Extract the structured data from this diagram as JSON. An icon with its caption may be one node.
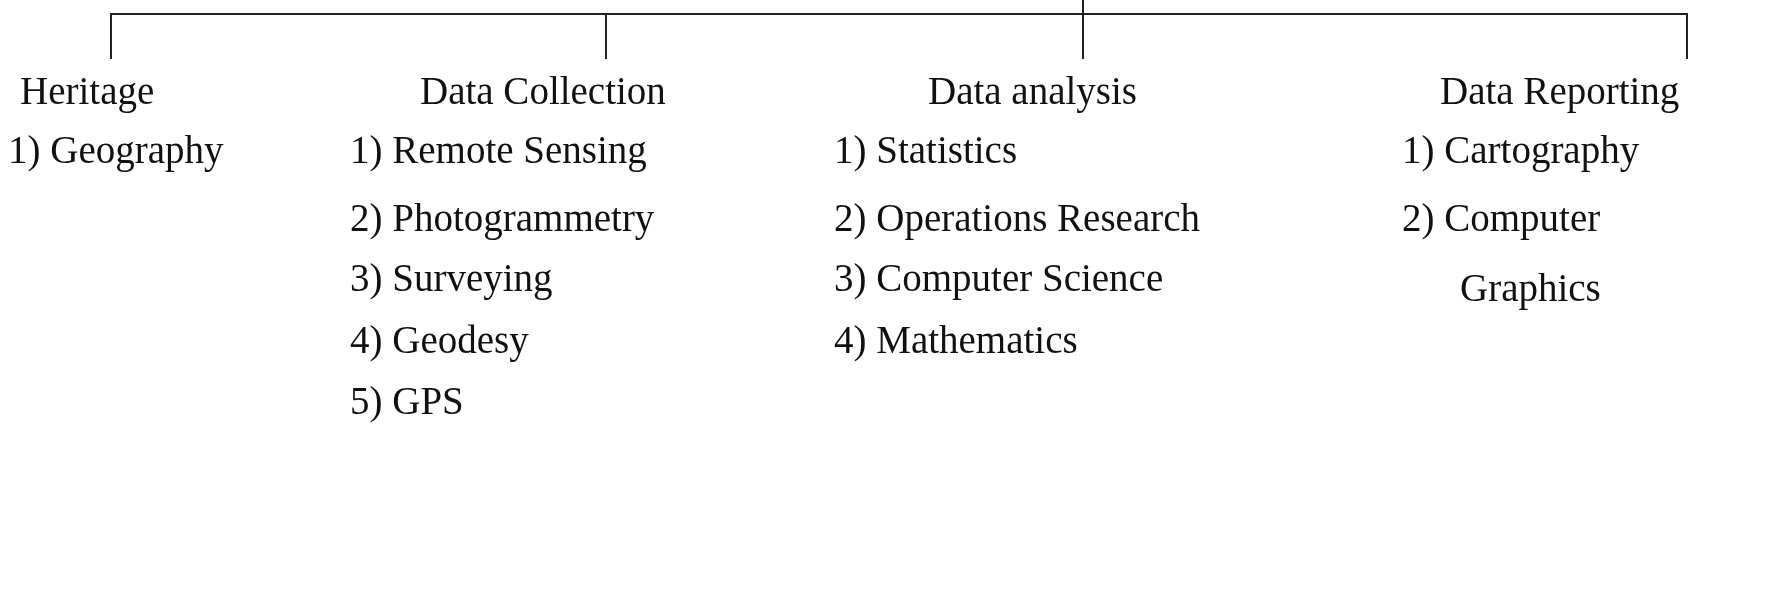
{
  "diagram": {
    "nodes": [
      {
        "text": [
          "Heritage"
        ],
        "beside": [
          "1) Geography"
        ]
      },
      {
        "text": [
          "Data Collection"
        ],
        "beside": [
          "1) Remote Sensing",
          "2) Photogrammetry",
          "3) Surveying",
          "4) Geodesy",
          "5) GPS"
        ]
      },
      {
        "text": [
          "Data analysis"
        ],
        "beside": [
          "1) Statistics",
          "2) Operations Research",
          "3) Computer Science",
          "4) Mathematics"
        ]
      },
      {
        "text": [
          "Data Reporting"
        ],
        "beside": [
          "1) Cartography",
          "2) Computer Graphics"
        ]
      }
    ],
    "edges": [
      {
        "from": null,
        "to": 0,
        "arrow": "none"
      },
      {
        "from": null,
        "to": 1,
        "arrow": "none"
      },
      {
        "from": null,
        "to": 2,
        "arrow": "none"
      },
      {
        "from": null,
        "to": 3,
        "arrow": "none"
      }
    ]
  }
}
